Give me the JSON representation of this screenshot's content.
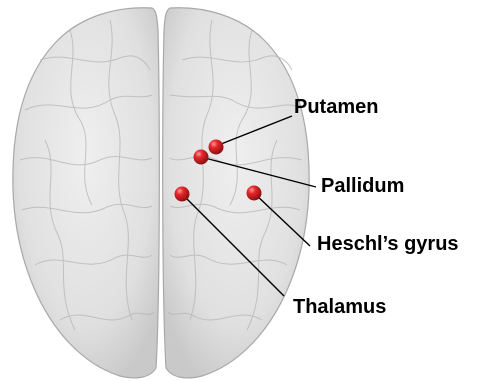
{
  "labels": {
    "putamen": "Putamen",
    "pallidum": "Pallidum",
    "heschl": "Heschl’s gyrus",
    "thalamus": "Thalamus"
  },
  "colors": {
    "marker": "#e0262a",
    "marker_dark": "#8e0f12",
    "brain_fill": "#e2e2e2",
    "brain_stroke": "#a8a8a8",
    "leader": "#000000"
  }
}
